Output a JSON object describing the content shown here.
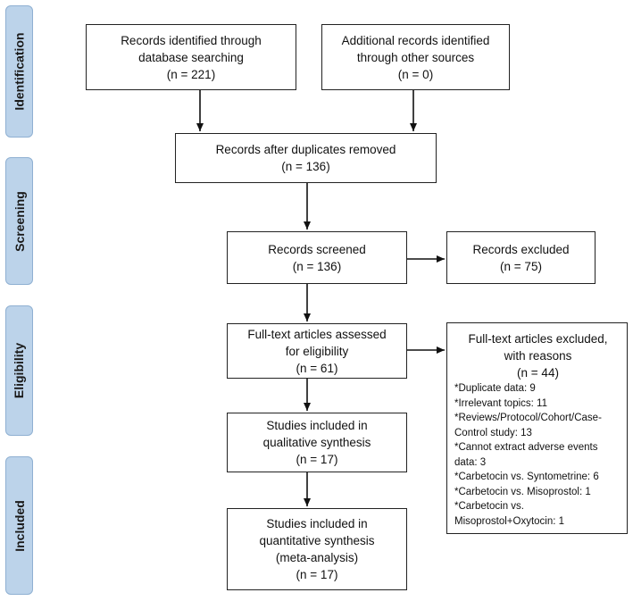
{
  "phases": [
    "Identification",
    "Screening",
    "Eligibility",
    "Included"
  ],
  "boxes": {
    "identified_db": [
      "Records identified through",
      "database searching",
      "(n = 221)"
    ],
    "identified_other": [
      "Additional records identified",
      "through other sources",
      "(n = 0)"
    ],
    "after_duplicates": [
      "Records after duplicates removed",
      "(n = 136)"
    ],
    "screened": [
      "Records screened",
      "(n = 136)"
    ],
    "excluded": [
      "Records excluded",
      "(n = 75)"
    ],
    "fulltext": [
      "Full-text articles assessed",
      "for eligibility",
      "(n = 61)"
    ],
    "qualitative": [
      "Studies included in",
      "qualitative synthesis",
      "(n = 17)"
    ],
    "quantitative": [
      "Studies included in",
      "quantitative synthesis",
      "(meta-analysis)",
      "(n = 17)"
    ]
  },
  "fulltext_excluded": {
    "header": [
      "Full-text articles excluded,",
      "with reasons",
      "(n = 44)"
    ],
    "reasons": [
      "*Duplicate data: 9",
      "*Irrelevant topics: 11",
      "*Reviews/Protocol/Cohort/Case-",
      "Control study: 13",
      "*Cannot extract adverse events",
      "data: 3",
      "*Carbetocin vs. Syntometrine: 6",
      "*Carbetocin vs. Misoprostol: 1",
      "*Carbetocin vs.",
      "Misoprostol+Oxytocin: 1"
    ]
  }
}
